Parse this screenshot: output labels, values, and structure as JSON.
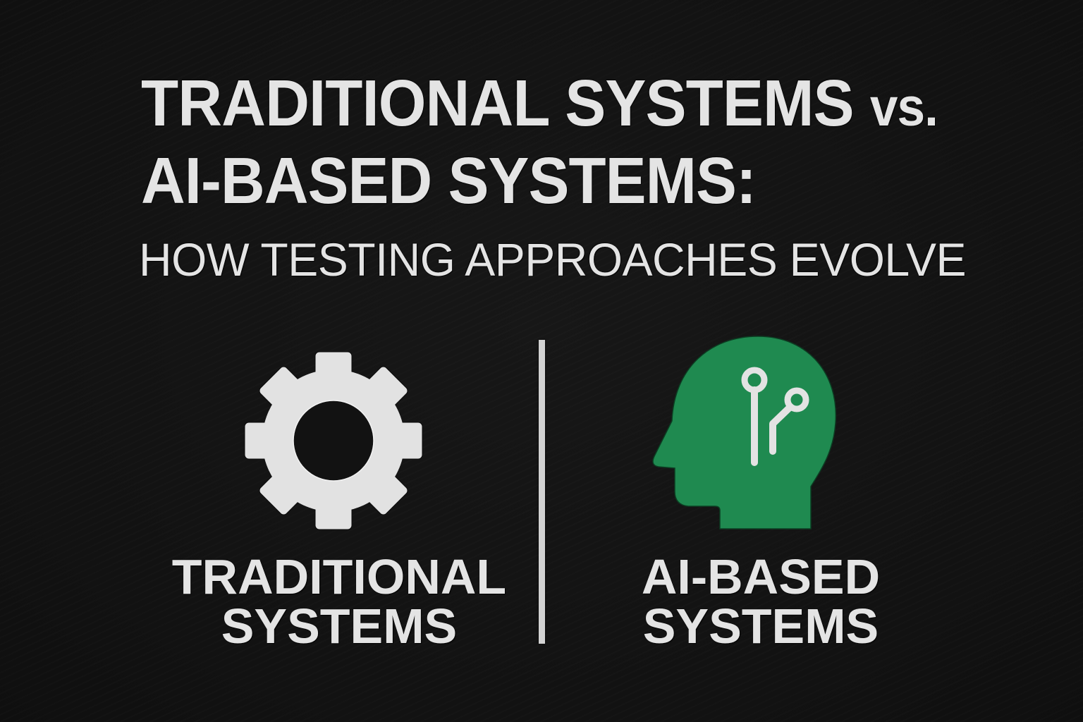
{
  "title": {
    "line1_main": "TRADITIONAL SYSTEMS",
    "line1_suffix": "vs.",
    "line2": "AI-BASED SYSTEMS:"
  },
  "subtitle": "HOW TESTING APPROACHES EVOLVE",
  "left_panel": {
    "icon": "gear-icon",
    "label_line1": "TRADITIONAL",
    "label_line2": "SYSTEMS"
  },
  "right_panel": {
    "icon": "ai-head-circuit-icon",
    "label_line1": "AI-BASED",
    "label_line2": "SYSTEMS"
  },
  "colors": {
    "background": "#131313",
    "text": "#e4e4e4",
    "gear": "#e2e2e2",
    "ai_head": "#1f8a50",
    "circuit": "#e3e3e3",
    "divider": "#d2d2d2"
  }
}
